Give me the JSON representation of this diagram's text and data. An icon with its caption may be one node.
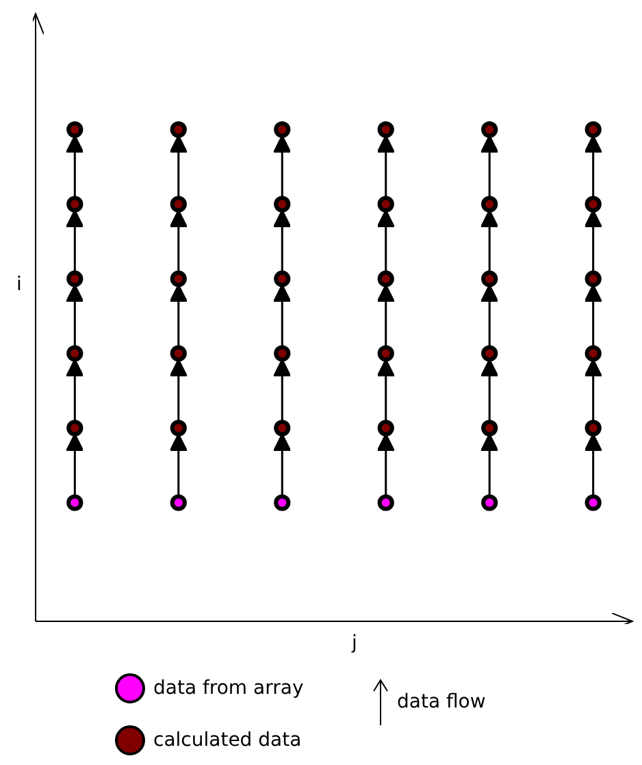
{
  "diagram": {
    "nodes": [
      {
        "text": [],
        "shape": "circle"
      },
      {
        "text": [],
        "shape": "circle"
      },
      {
        "text": [],
        "shape": "circle"
      },
      {
        "text": [],
        "shape": "circle"
      },
      {
        "text": [],
        "shape": "circle"
      },
      {
        "text": [],
        "shape": "circle"
      },
      {
        "text": [],
        "shape": "circle"
      },
      {
        "text": [],
        "shape": "circle"
      },
      {
        "text": [],
        "shape": "circle"
      },
      {
        "text": [],
        "shape": "circle"
      },
      {
        "text": [],
        "shape": "circle"
      },
      {
        "text": [],
        "shape": "circle"
      },
      {
        "text": [],
        "shape": "circle"
      },
      {
        "text": [],
        "shape": "circle"
      },
      {
        "text": [],
        "shape": "circle"
      },
      {
        "text": [],
        "shape": "circle"
      },
      {
        "text": [],
        "shape": "circle"
      },
      {
        "text": [],
        "shape": "circle"
      },
      {
        "text": [],
        "shape": "circle"
      },
      {
        "text": [],
        "shape": "circle"
      },
      {
        "text": [],
        "shape": "circle"
      },
      {
        "text": [],
        "shape": "circle"
      },
      {
        "text": [],
        "shape": "circle"
      },
      {
        "text": [],
        "shape": "circle"
      },
      {
        "text": [],
        "shape": "circle"
      },
      {
        "text": [],
        "shape": "circle"
      },
      {
        "text": [],
        "shape": "circle"
      },
      {
        "text": [],
        "shape": "circle"
      },
      {
        "text": [],
        "shape": "circle"
      },
      {
        "text": [],
        "shape": "circle"
      },
      {
        "text": [],
        "shape": "circle"
      },
      {
        "text": [],
        "shape": "circle"
      },
      {
        "text": [],
        "shape": "circle"
      },
      {
        "text": [],
        "shape": "circle"
      },
      {
        "text": [],
        "shape": "circle"
      },
      {
        "text": [],
        "shape": "circle"
      }
    ],
    "edges": [
      {
        "from": 6,
        "to": 0,
        "arrow": "to"
      },
      {
        "from": 7,
        "to": 1,
        "arrow": "to"
      },
      {
        "from": 8,
        "to": 2,
        "arrow": "to"
      },
      {
        "from": 9,
        "to": 3,
        "arrow": "to"
      },
      {
        "from": 10,
        "to": 4,
        "arrow": "to"
      },
      {
        "from": 11,
        "to": 5,
        "arrow": "to"
      },
      {
        "from": 12,
        "to": 6,
        "arrow": "to"
      },
      {
        "from": 13,
        "to": 7,
        "arrow": "to"
      },
      {
        "from": 14,
        "to": 8,
        "arrow": "to"
      },
      {
        "from": 15,
        "to": 9,
        "arrow": "to"
      },
      {
        "from": 16,
        "to": 10,
        "arrow": "to"
      },
      {
        "from": 17,
        "to": 11,
        "arrow": "to"
      },
      {
        "from": 18,
        "to": 12,
        "arrow": "to"
      },
      {
        "from": 19,
        "to": 13,
        "arrow": "to"
      },
      {
        "from": 20,
        "to": 14,
        "arrow": "to"
      },
      {
        "from": 21,
        "to": 15,
        "arrow": "to"
      },
      {
        "from": 22,
        "to": 16,
        "arrow": "to"
      },
      {
        "from": 23,
        "to": 17,
        "arrow": "to"
      },
      {
        "from": 24,
        "to": 18,
        "arrow": "to"
      },
      {
        "from": 25,
        "to": 19,
        "arrow": "to"
      },
      {
        "from": 26,
        "to": 20,
        "arrow": "to"
      },
      {
        "from": 27,
        "to": 21,
        "arrow": "to"
      },
      {
        "from": 28,
        "to": 22,
        "arrow": "to"
      },
      {
        "from": 29,
        "to": 23,
        "arrow": "to"
      },
      {
        "from": 30,
        "to": 24,
        "arrow": "to"
      },
      {
        "from": 31,
        "to": 25,
        "arrow": "to"
      },
      {
        "from": 32,
        "to": 26,
        "arrow": "to"
      },
      {
        "from": 33,
        "to": 27,
        "arrow": "to"
      },
      {
        "from": 34,
        "to": 28,
        "arrow": "to"
      },
      {
        "from": 35,
        "to": 29,
        "arrow": "to"
      }
    ],
    "labels": [
      "i",
      "j"
    ],
    "legend": [
      {
        "text": "data from array",
        "color": "#ff00ff"
      },
      {
        "text": "calculated data",
        "color": "#800000"
      },
      {
        "text": "data flow"
      }
    ]
  }
}
